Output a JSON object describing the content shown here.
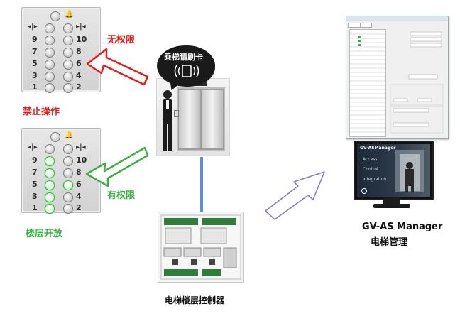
{
  "labels": {
    "no_permission": "无权限",
    "has_permission": "有权限",
    "forbidden_op": "禁止操作",
    "floor_open": "楼层开放",
    "card_prompt": "乘梯请刷卡",
    "product_name": "GV-AS Manager",
    "product_sub": "电梯管理",
    "controller_label": "电梯楼层控制器"
  },
  "panel": {
    "rows": [
      {
        "left": "9",
        "right": "10"
      },
      {
        "left": "7",
        "right": "8"
      },
      {
        "left": "5",
        "right": "6"
      },
      {
        "left": "3",
        "right": "4"
      },
      {
        "left": "1",
        "right": "2"
      }
    ]
  },
  "monitor": {
    "title": "GV-ASManager",
    "menu": [
      "Access",
      "Control",
      "Integration"
    ]
  },
  "colors": {
    "red": "#e21d1d",
    "green": "#3cb043",
    "purple_arrow": "#8e7bc0",
    "blue_line": "#5b8ed6"
  }
}
